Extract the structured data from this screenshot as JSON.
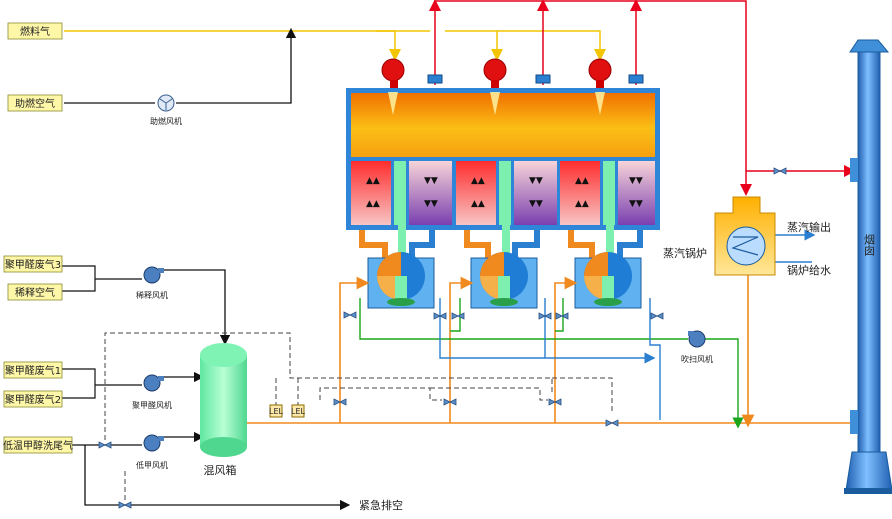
{
  "inputs": {
    "fuel_gas": "燃料气",
    "combustion_air": "助燃空气",
    "waste_gas_3": "聚甲醛废气3",
    "dilution_air": "稀释空气",
    "waste_gas_1": "聚甲醛废气1",
    "waste_gas_2": "聚甲醛废气2",
    "methanol_tail_gas": "低温甲醇洗尾气"
  },
  "equipment": {
    "combustion_fan": "助燃风机",
    "dilution_fan": "稀释风机",
    "pom_fan": "聚甲醛风机",
    "methanol_fan": "低甲风机",
    "mixing_box": "混风箱",
    "purge_fan": "吹扫风机",
    "steam_boiler": "蒸汽锅炉",
    "steam_out": "蒸汽输出",
    "boiler_feed": "锅炉给水",
    "chimney": "烟囱",
    "emergency_vent": "紧急排空",
    "analyzer_1": "LEL",
    "analyzer_2": "LEL"
  },
  "colors": {
    "fuel_line": "#f2c500",
    "hot_line": "#e8001c",
    "orange_line": "#f08a1e",
    "green_line": "#1aa51a",
    "blue_line": "#2b7fd0",
    "chimney": "#3f8fd9"
  }
}
